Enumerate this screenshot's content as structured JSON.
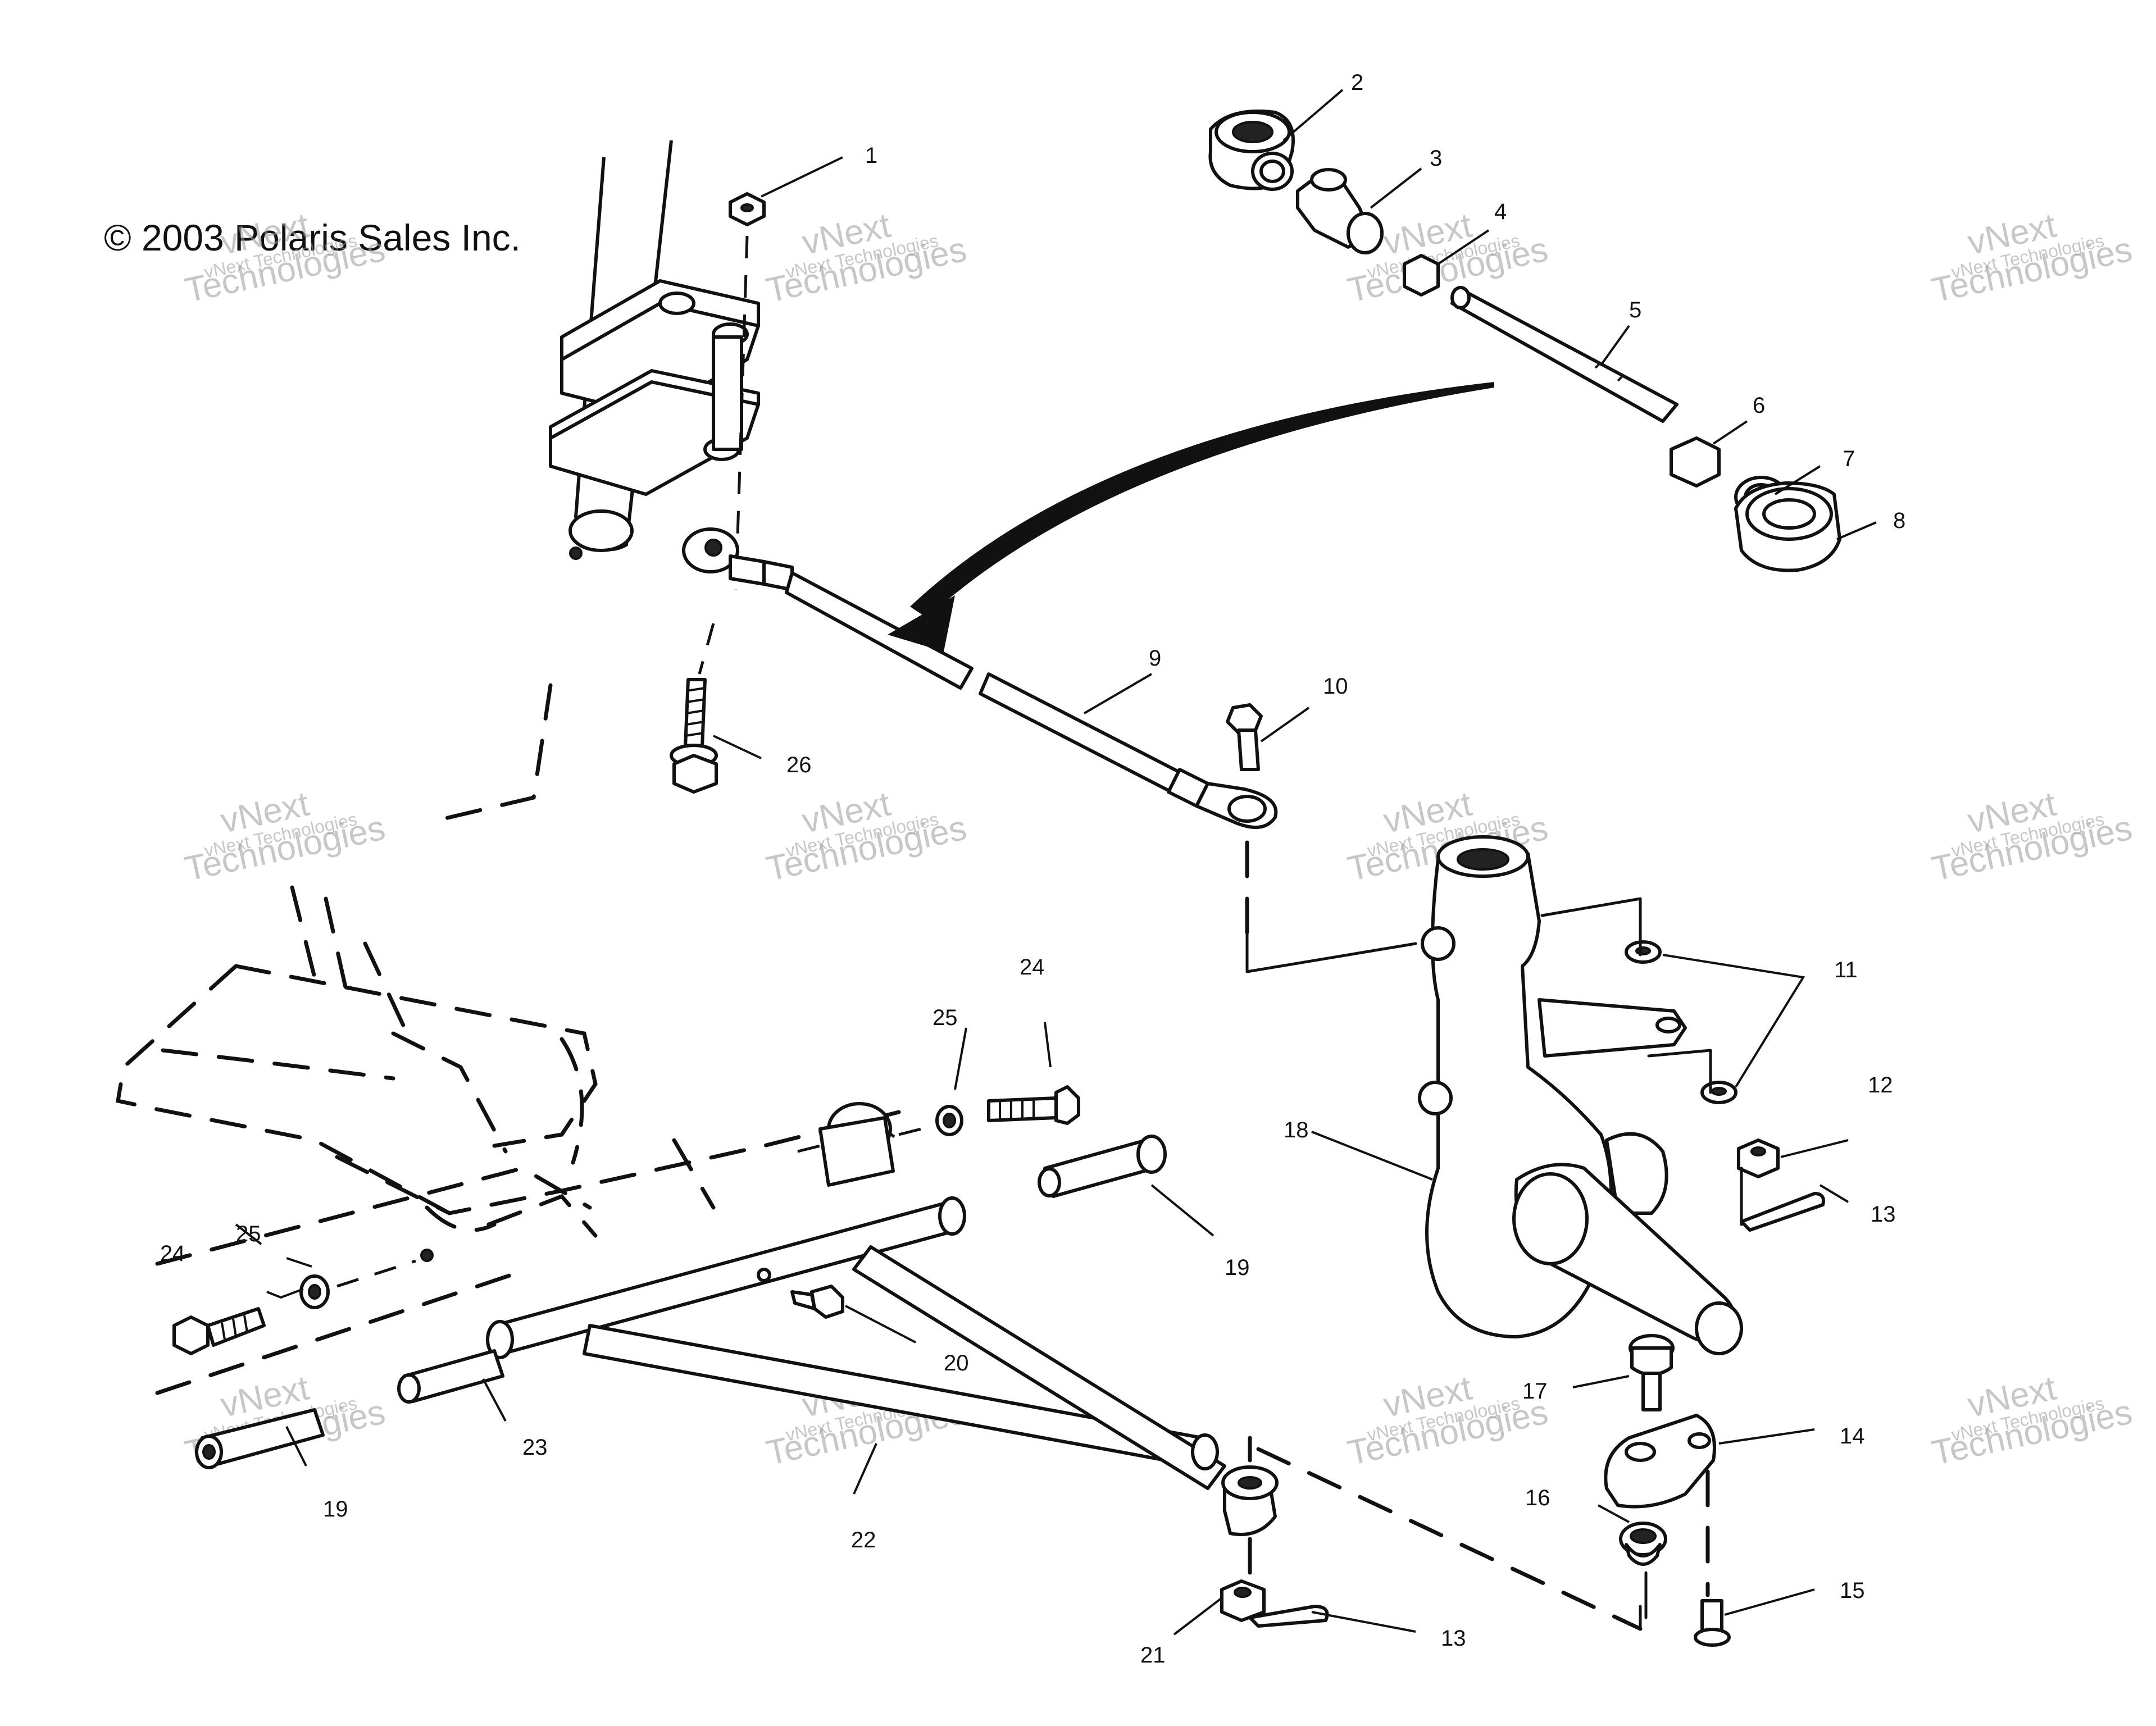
{
  "copyright": "© 2003 Polaris Sales Inc.",
  "watermark": {
    "line1": "vNext",
    "line2": "Technologies",
    "line3": "vNext Technologies"
  },
  "callouts": [
    "1",
    "2",
    "3",
    "4",
    "5",
    "6",
    "7",
    "8",
    "9",
    "10",
    "11",
    "12",
    "13",
    "13",
    "14",
    "15",
    "16",
    "17",
    "18",
    "19",
    "19",
    "20",
    "21",
    "22",
    "23",
    "24",
    "24",
    "25",
    "25",
    "26"
  ]
}
